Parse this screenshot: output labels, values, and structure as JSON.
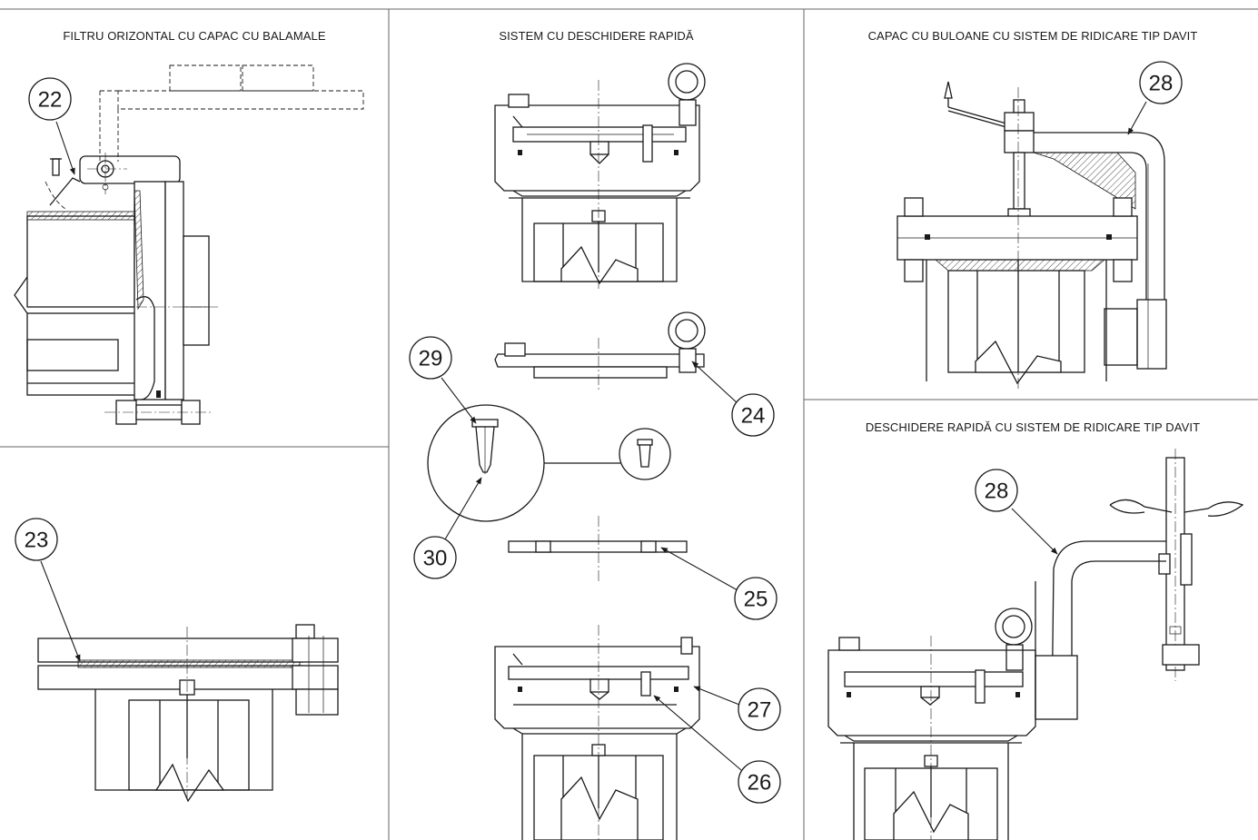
{
  "panels": {
    "hinged_cover": {
      "title": "FILTRU ORIZONTAL CU CAPAC CU BALAMALE"
    },
    "quick_open": {
      "title": "SISTEM CU DESCHIDERE RAPIDĂ"
    },
    "bolted_davit": {
      "title": "CAPAC CU BULOANE CU SISTEM DE RIDICARE TIP DAVIT"
    },
    "quick_davit": {
      "title": "DESCHIDERE RAPIDĂ CU SISTEM DE RIDICARE TIP DAVIT"
    }
  },
  "callouts": {
    "c22": "22",
    "c23": "23",
    "c24": "24",
    "c25": "25",
    "c26": "26",
    "c27": "27",
    "c28a": "28",
    "c28b": "28",
    "c29": "29",
    "c30": "30"
  },
  "colors": {
    "line": "#1a1a1a",
    "paper": "#ffffff",
    "frame": "#666666"
  }
}
